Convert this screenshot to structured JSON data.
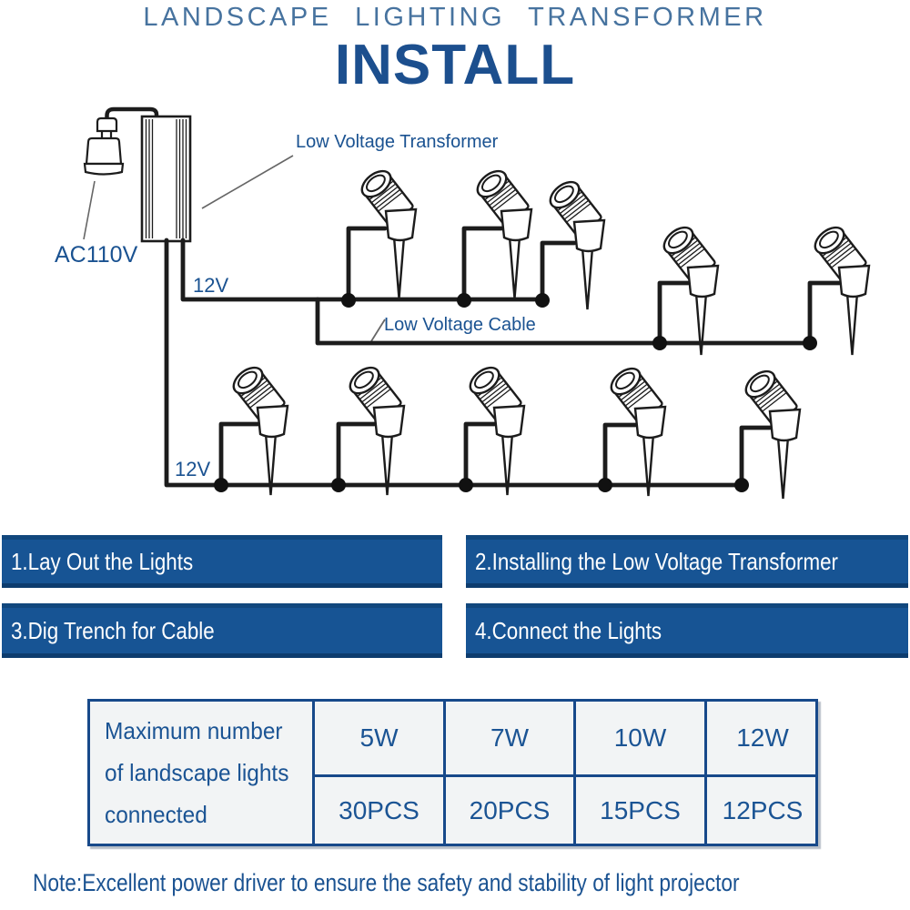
{
  "titles": {
    "heading": "LANDSCAPE  LIGHTING  TRANSFORMER",
    "subheading": "INSTALL"
  },
  "diagram": {
    "labels": {
      "transformer": "Low Voltage Transformer",
      "ac_input": "AC110V",
      "voltage_top": "12V",
      "cable": "Low Voltage Cable",
      "voltage_bottom": "12V"
    },
    "light_count_top_row": 5,
    "light_count_bottom_row": 5
  },
  "steps": [
    {
      "label": "1.Lay Out the Lights"
    },
    {
      "label": "2.Installing the Low Voltage Transformer"
    },
    {
      "label": "3.Dig Trench for Cable"
    },
    {
      "label": "4.Connect the Lights"
    }
  ],
  "capacity_table": {
    "row_header": {
      "line1": "Maximum number",
      "line2": "of landscape lights",
      "line3": "connected"
    },
    "columns": [
      {
        "wattage": "5W",
        "max_lights": "30PCS"
      },
      {
        "wattage": "7W",
        "max_lights": "20PCS"
      },
      {
        "wattage": "10W",
        "max_lights": "15PCS"
      },
      {
        "wattage": "12W",
        "max_lights": "12PCS"
      }
    ]
  },
  "note": "Note:Excellent power driver to ensure the safety and stability of light projector",
  "colors": {
    "accent_blue": "#1a5291",
    "title_light_blue": "#47739f",
    "install_blue": "#1c4f8e",
    "bar_blue": "#175494",
    "table_bg": "#f2f4f5",
    "table_border": "#17498a",
    "wire_black": "#1c1c1c"
  }
}
